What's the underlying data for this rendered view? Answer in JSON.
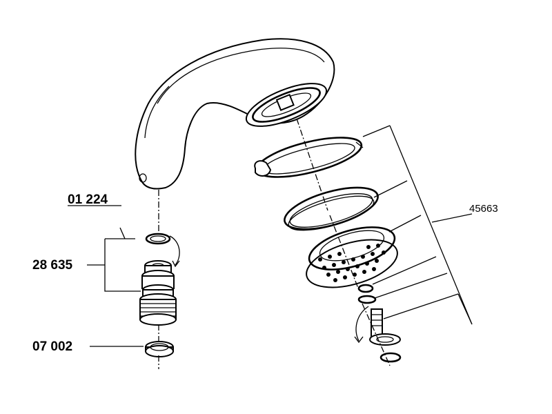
{
  "labels": {
    "oring_top": "01 224",
    "adapter": "28 635",
    "washer": "07 002",
    "spray_set": "45663"
  }
}
